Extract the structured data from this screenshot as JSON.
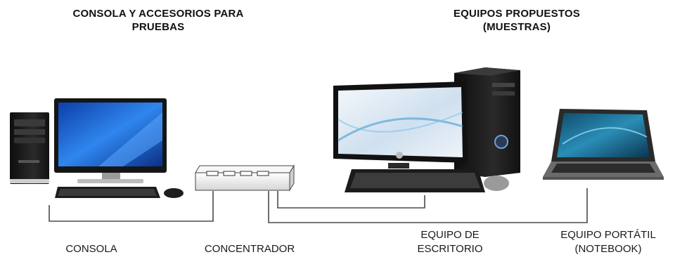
{
  "headings": {
    "left": "CONSOLA Y ACCESORIOS PARA\nPRUEBAS",
    "right": "EQUIPOS PROPUESTOS\n(MUESTRAS)"
  },
  "labels": {
    "console": "CONSOLA",
    "hub": "CONCENTRADOR",
    "desktop": "EQUIPO DE\nESCRITORIO",
    "laptop": "EQUIPO PORTÁTIL\n(NOTEBOOK)"
  },
  "colors": {
    "wire": "#4a4a4a",
    "screen_blue": "#1e6bd6",
    "device_dark": "#1c1c1c",
    "hub_body": "#f2f2f2"
  }
}
